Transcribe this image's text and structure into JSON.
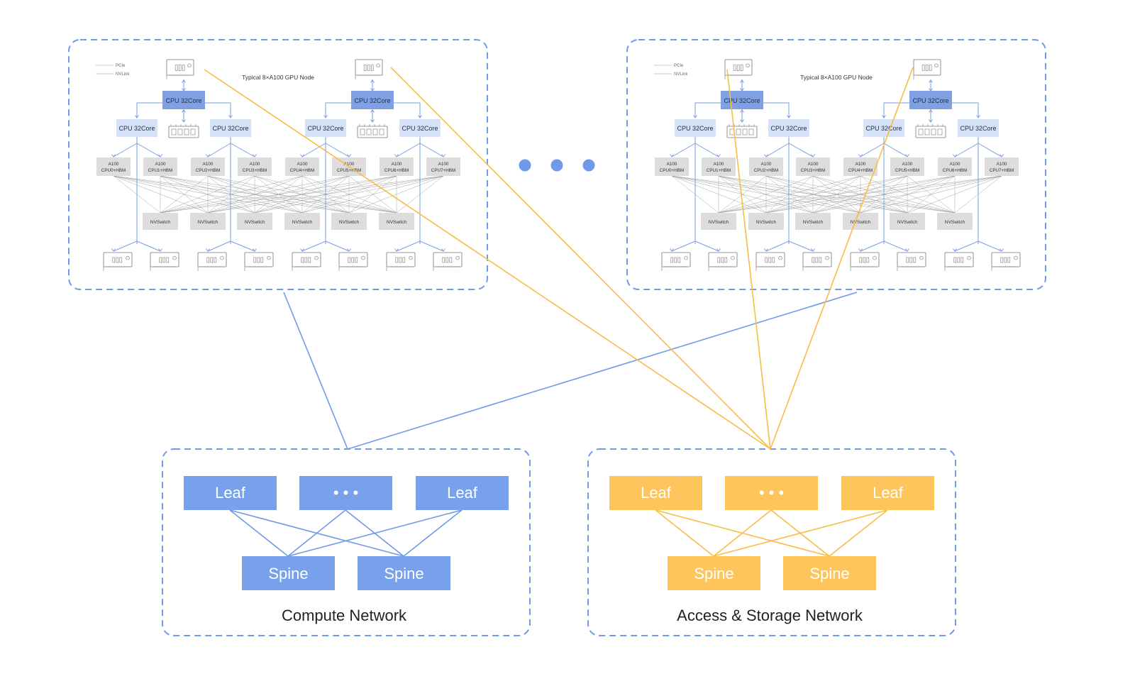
{
  "gpu_node": {
    "title": "Typical 8×A100 GPU Node",
    "legend": {
      "pcie": "PCIe",
      "nvlink": "NVLink"
    },
    "cpu_top_label": "CPU 32Core",
    "cpu_sub_label": "CPU 32Core",
    "gpus": [
      [
        "A100",
        "CPU0+HBM"
      ],
      [
        "A100",
        "CPU1+HBM"
      ],
      [
        "A100",
        "CPU2+HBM"
      ],
      [
        "A100",
        "CPU3+HBM"
      ],
      [
        "A100",
        "CPU4+HBM"
      ],
      [
        "A100",
        "CPU5+HBM"
      ],
      [
        "A100",
        "CPU6+HBM"
      ],
      [
        "A100",
        "CPU7+HBM"
      ]
    ],
    "nvswitch_label": "NVSwitch",
    "nvswitch_count": 6,
    "nic_count": 8
  },
  "node_count_shown": 2,
  "ellipsis_dots": 3,
  "compute_network": {
    "label": "Compute Network",
    "leaf_label": "Leaf",
    "middle_label": "• • •",
    "spine_label": "Spine",
    "color": "#77a1eb"
  },
  "storage_network": {
    "label": "Access & Storage Network",
    "leaf_label": "Leaf",
    "middle_label": "• • •",
    "spine_label": "Spine",
    "color": "#fdc55b"
  }
}
